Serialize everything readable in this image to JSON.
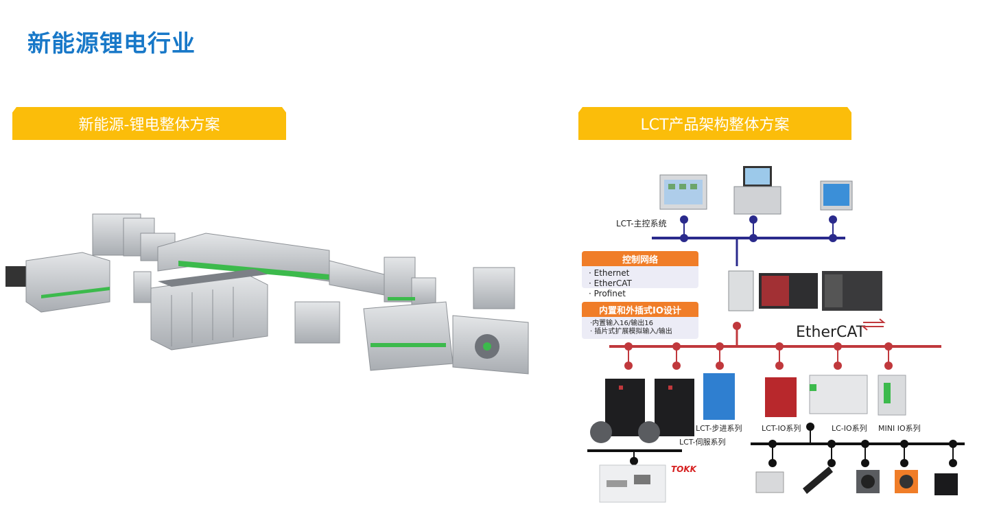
{
  "page": {
    "title": "新能源锂电行业"
  },
  "left_panel": {
    "title": "新能源-锂电整体方案"
  },
  "right_panel": {
    "title": "LCT产品架构整体方案"
  },
  "diagram": {
    "main_control_label": "LCT-主控系统",
    "control_network": {
      "title": "控制网络",
      "items": [
        "· Ethernet",
        "· EtherCAT",
        "· Profinet"
      ]
    },
    "io_design": {
      "title": "内置和外插式IO设计",
      "items": [
        "·内置输入16/输出16",
        "· 插片式扩展模拟输入/输出"
      ]
    },
    "fieldbus_logo": "EtherCAT",
    "devices": {
      "servo": "LCT-伺服系列",
      "stepper": "LCT-步进系列",
      "lct_io": "LCT-IO系列",
      "lc_io": "LC-IO系列",
      "mini_io": "MINI IO系列"
    },
    "sensor_brand": "TOKK",
    "colors": {
      "blue_bus": "#2a2a8c",
      "red_bus": "#c0383c",
      "black_bus": "#111111",
      "accent": "#fbbd0a",
      "title_blue": "#1878c8"
    }
  }
}
